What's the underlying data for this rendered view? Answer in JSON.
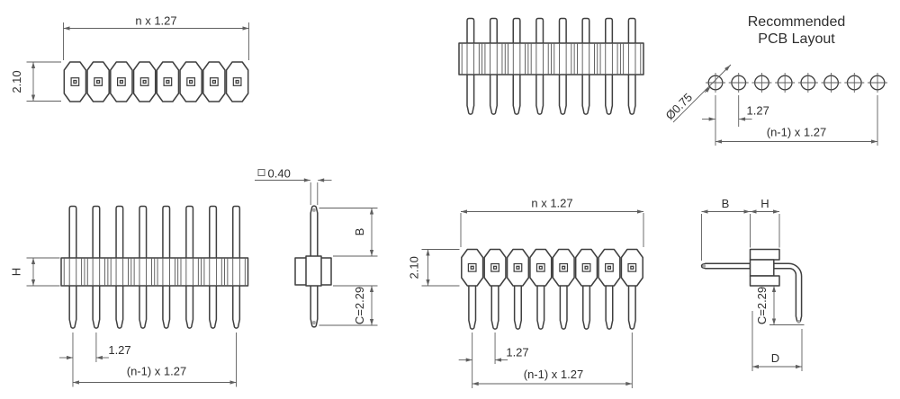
{
  "drawing": {
    "pin_count": 8,
    "views": {
      "top_view_strip": {
        "width_dim": "n x 1.27",
        "height_dim": "2.10"
      },
      "pcb_layout": {
        "title_line1": "Recommended",
        "title_line2": "PCB Layout",
        "hole_diameter": "Ø0.75",
        "pitch": "1.27",
        "span": "(n-1) x 1.27"
      },
      "front_view_long_pins": {
        "body_height": "H",
        "pitch": "1.27",
        "span": "(n-1) x 1.27"
      },
      "single_pin_detail": {
        "pin_square": "0.40",
        "tail_above": "B",
        "tail_below": "C=2.29"
      },
      "top_view_with_pins": {
        "width_dim": "n x 1.27",
        "height_dim": "2.10",
        "pitch": "1.27",
        "span": "(n-1) x 1.27"
      },
      "right_angle_view": {
        "tail_b": "B",
        "body_h": "H",
        "tail_c": "C=2.29",
        "depth_d": "D"
      }
    }
  },
  "colors": {
    "object_line": "#3f3f3f",
    "dimension_line": "#5f5f5f",
    "text": "#2e2e2e",
    "background": "#ffffff",
    "pin_tip_shade": "#a8a8a8"
  }
}
